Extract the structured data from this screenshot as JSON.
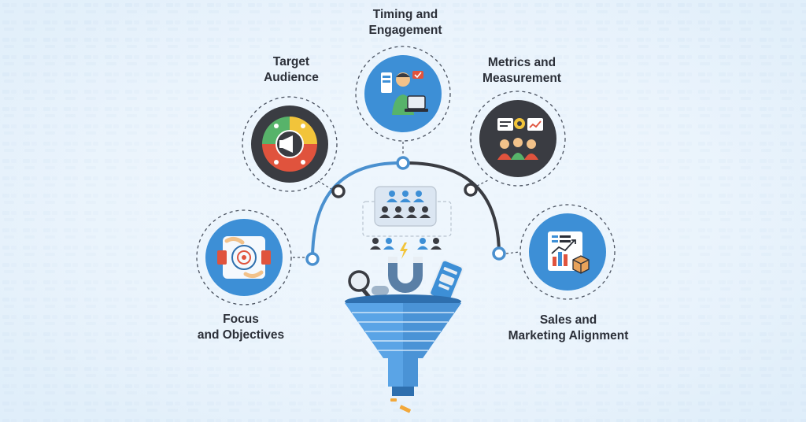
{
  "stages": [
    {
      "id": "focus",
      "line1": "Focus",
      "line2": "and Objectives",
      "icon": "handshake-target-icon"
    },
    {
      "id": "target",
      "line1": "Target",
      "line2": "Audience",
      "icon": "audience-wheel-megaphone-icon"
    },
    {
      "id": "timing",
      "line1": "Timing and",
      "line2": "Engagement",
      "icon": "presenter-laptop-icon"
    },
    {
      "id": "metrics",
      "line1": "Metrics and",
      "line2": "Measurement",
      "icon": "team-analytics-icon"
    },
    {
      "id": "sales",
      "line1": "Sales and",
      "line2": "Marketing Alignment",
      "icon": "sales-chart-box-icon"
    }
  ],
  "colors": {
    "accent_blue": "#3d8fd6",
    "dark_circle": "#3a3c42",
    "arc_blue": "#4a90cf",
    "arc_dark": "#3a3c42",
    "funnel_blue": "#5aa4e6"
  }
}
